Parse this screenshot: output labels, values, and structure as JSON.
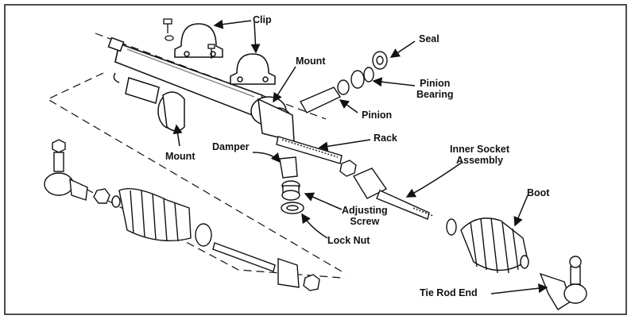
{
  "labels": {
    "clip": "Clip",
    "seal": "Seal",
    "mount_upper": "Mount",
    "pinion_bearing": "Pinion\nBearing",
    "pinion": "Pinion",
    "rack": "Rack",
    "damper": "Damper",
    "mount_lower": "Mount",
    "inner_socket": "Inner Socket\nAssembly",
    "boot": "Boot",
    "adjusting_screw": "Adjusting\nScrew",
    "lock_nut": "Lock Nut",
    "tie_rod_end": "Tie Rod End"
  },
  "colors": {
    "ink": "#111111",
    "paper": "#ffffff",
    "shade": "#8a8a8a"
  }
}
